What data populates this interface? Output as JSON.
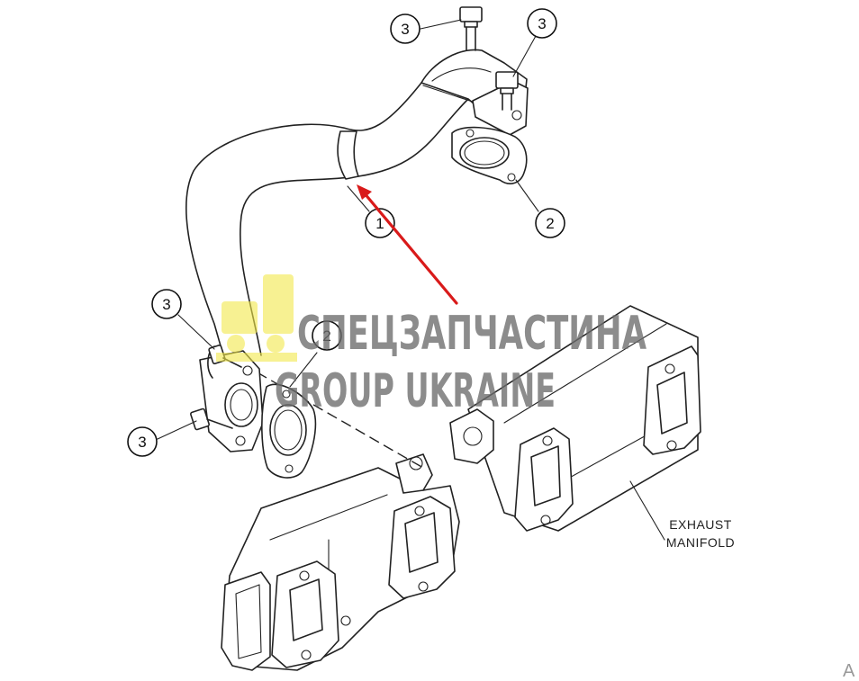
{
  "callouts": [
    {
      "id": "c1",
      "number": "3"
    },
    {
      "id": "c2",
      "number": "3"
    },
    {
      "id": "c3",
      "number": "2"
    },
    {
      "id": "c4",
      "number": "1"
    },
    {
      "id": "c5",
      "number": "3"
    },
    {
      "id": "c6",
      "number": "2"
    },
    {
      "id": "c7",
      "number": "3"
    }
  ],
  "label": {
    "line1": "EXHAUST",
    "line2": "MANIFOLD"
  },
  "watermark": {
    "line1": "СПЕЦЗАПЧАСТИНА",
    "line2": "GROUP UKRAINE"
  },
  "corner_mark": "A",
  "colors": {
    "arrow": "#d91a1a",
    "watermark_logo": "#f2e84b",
    "watermark_text": "#6d6d6d"
  }
}
